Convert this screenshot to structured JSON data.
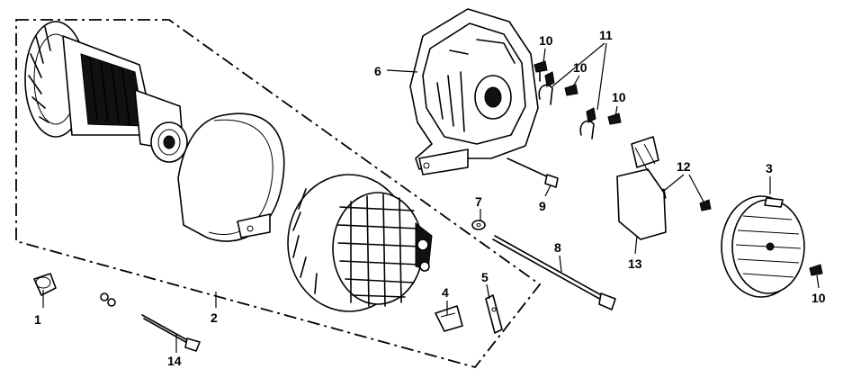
{
  "callouts": {
    "c1": "1",
    "c2": "2",
    "c3": "3",
    "c4": "4",
    "c5": "5",
    "c6": "6",
    "c7": "7",
    "c8": "8",
    "c9": "9",
    "c10a": "10",
    "c10b": "10",
    "c10c": "10",
    "c10d": "10",
    "c11": "11",
    "c12": "12",
    "c13": "13",
    "c14": "14"
  }
}
